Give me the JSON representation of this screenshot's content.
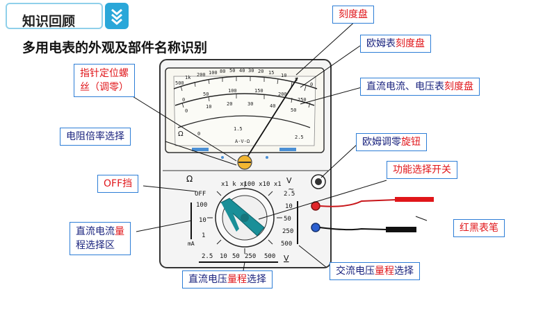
{
  "header": {
    "title": "知识回顾",
    "chevron_icon": "double-chevron-down-icon"
  },
  "subtitle": "多用电表的外观及部件名称识别",
  "labels": {
    "dial_plate": "刻度盘",
    "ohm_scale_a": "欧姆表",
    "ohm_scale_b": "刻度盘",
    "pointer_adjust_a": "指针定位螺",
    "pointer_adjust_b": "丝（调零）",
    "dc_scale_a": "直流电流、电压表",
    "dc_scale_b": "刻度盘",
    "resistance_range": "电阻倍率选择",
    "ohm_zero_a": "欧姆调零",
    "ohm_zero_b": "旋钮",
    "function_switch": "功能选择开关",
    "off_position": "OFF挡",
    "test_leads": "红黑表笔",
    "dc_current_a": "直流电流",
    "dc_current_b": "量",
    "dc_current_c": "程选择区",
    "dc_voltage_a": "直流电压",
    "dc_voltage_b": "量程",
    "dc_voltage_c": "选择",
    "ac_voltage_a": "交流电压",
    "ac_voltage_b": "量程",
    "ac_voltage_c": "选择"
  },
  "meter": {
    "scale_ohm": [
      "500",
      "1k",
      "200",
      "100",
      "80",
      "50",
      "40",
      "30",
      "20",
      "15",
      "10",
      "5",
      "0"
    ],
    "scale_mid": [
      "0",
      "50",
      "100",
      "150",
      "200",
      "250"
    ],
    "scale_inner": [
      "0",
      "10",
      "20",
      "30",
      "40",
      "50"
    ],
    "scale_bottom": [
      "0",
      "1.5",
      "2.5"
    ],
    "unit_text": "A-V-Ω",
    "omega_symbol": "Ω",
    "multipliers": "x1 k x100 x10 x1",
    "v_label": "V",
    "ac_symbol": "~",
    "off_text": "OFF",
    "ma_text": "mA",
    "left_ranges": [
      "100",
      "10",
      "1"
    ],
    "right_ranges": [
      "2.5",
      "10",
      "50",
      "250",
      "500"
    ],
    "bottom_ranges": [
      "2.5",
      "10",
      "50",
      "250",
      "500"
    ],
    "bottom_v": "V"
  },
  "colors": {
    "accent": "#2aa7d9",
    "label_border": "#2c7dd6",
    "highlight_red": "#e0161a",
    "teal_knob": "#1a8f98"
  }
}
